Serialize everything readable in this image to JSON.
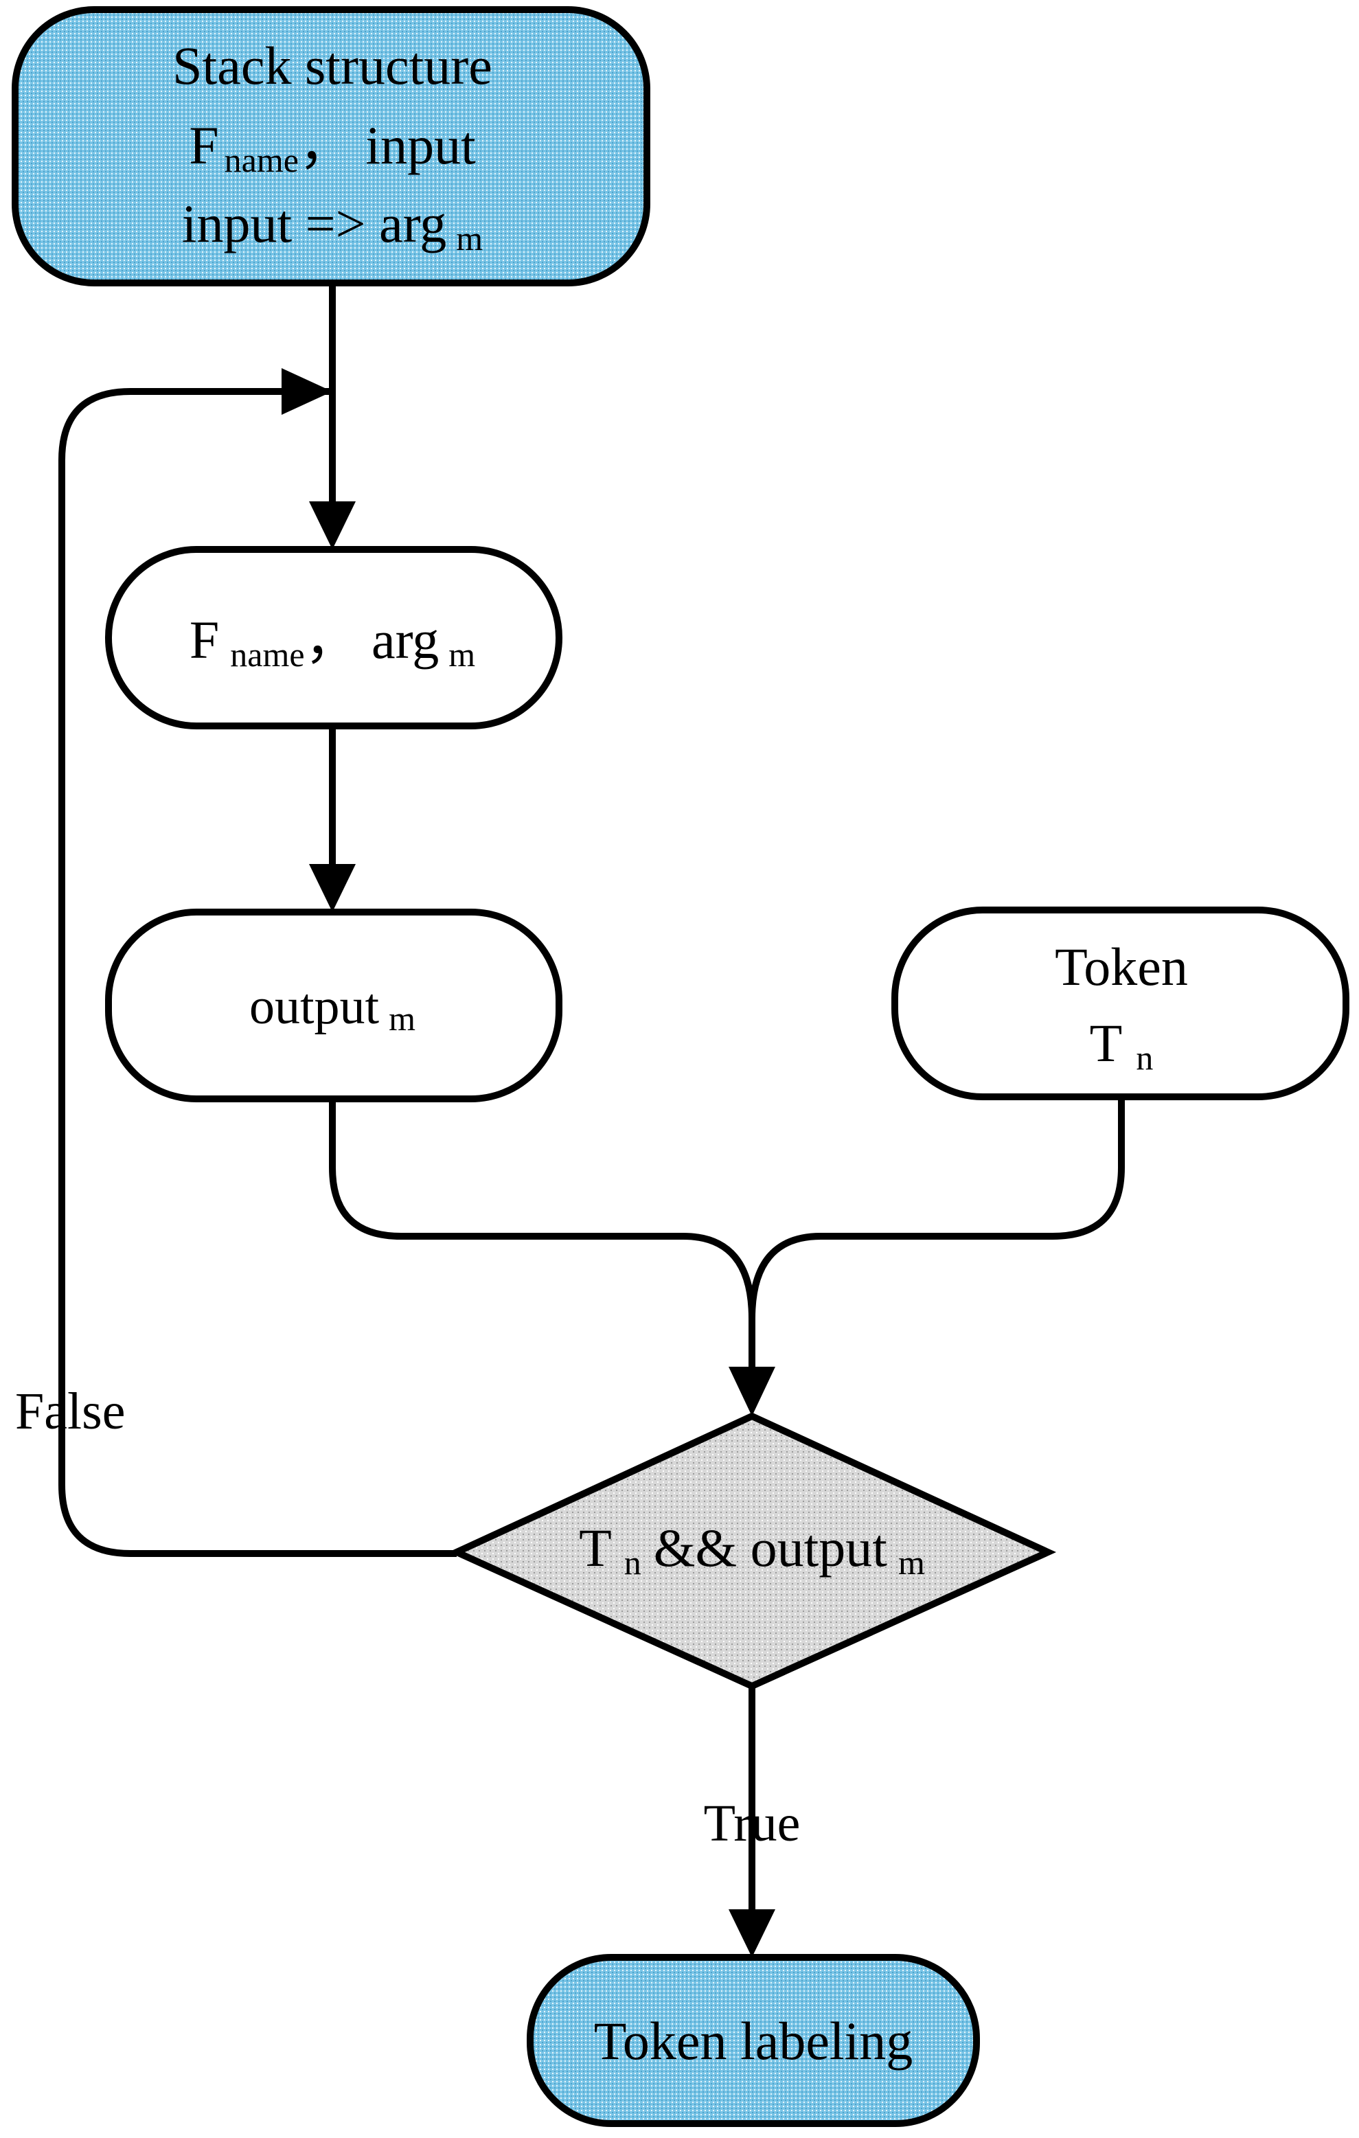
{
  "colors": {
    "stroke": "#000000",
    "terminal_fill": "#79c4e6",
    "process_fill": "#ffffff",
    "decision_fill": "#d8d8d8"
  },
  "nodes": {
    "start": {
      "line1": "Stack structure",
      "line2_main": "F",
      "line2_sub": "name",
      "line2_rest": "，  input",
      "line3_main": "input => arg",
      "line3_sub": "m"
    },
    "fname_arg": {
      "f": "F",
      "f_sub": "name",
      "mid": "，  arg",
      "arg_sub": "m"
    },
    "output": {
      "main": "output",
      "sub": "m"
    },
    "token": {
      "line1": "Token",
      "line2_main": "T",
      "line2_sub": "n"
    },
    "decision": {
      "t": "T",
      "t_sub": "n",
      "mid": "&& output",
      "out_sub": "m"
    },
    "end": {
      "label": "Token labeling"
    }
  },
  "edges": {
    "false_label": "False",
    "true_label": "True"
  }
}
